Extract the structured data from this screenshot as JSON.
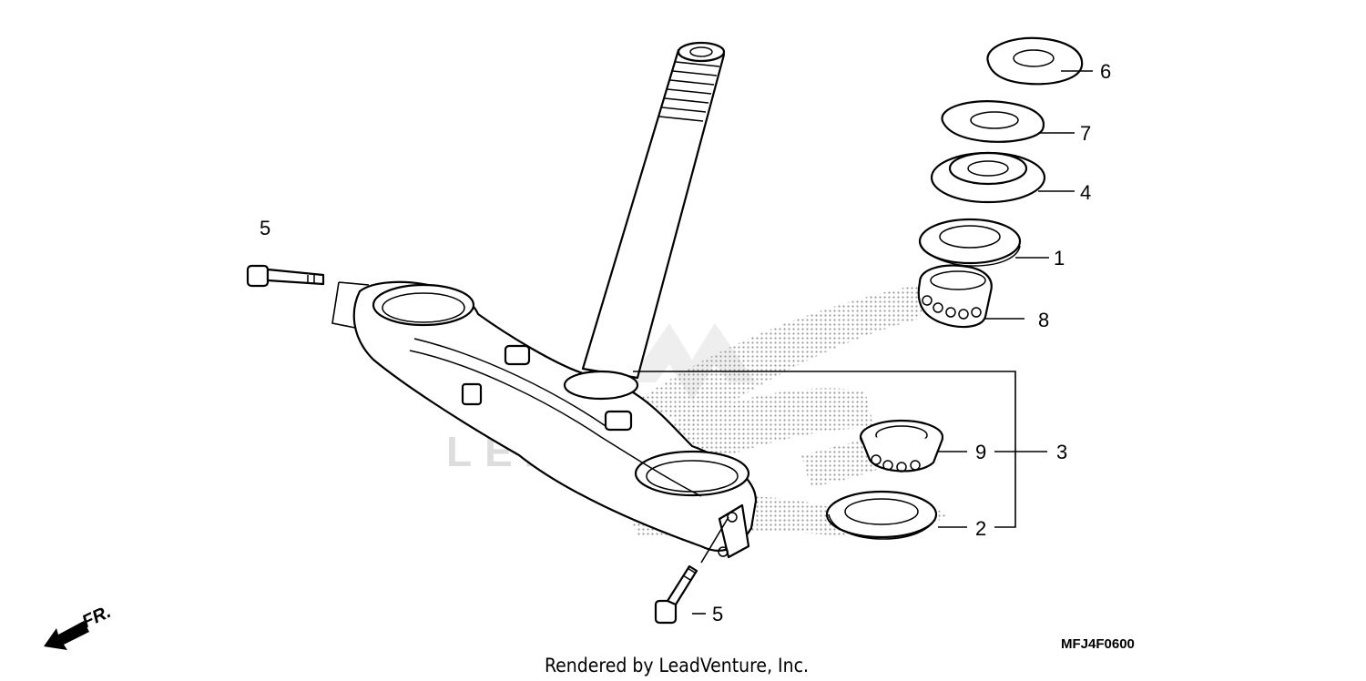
{
  "callouts": {
    "c6": "6",
    "c7": "7",
    "c4": "4",
    "c1": "1",
    "c8": "8",
    "c9": "9",
    "c3": "3",
    "c2": "2",
    "c5_top": "5",
    "c5_bottom": "5"
  },
  "diagram_code": "MFJ4F0600",
  "direction_label": "FR.",
  "footer": "Rendered by LeadVenture, Inc."
}
